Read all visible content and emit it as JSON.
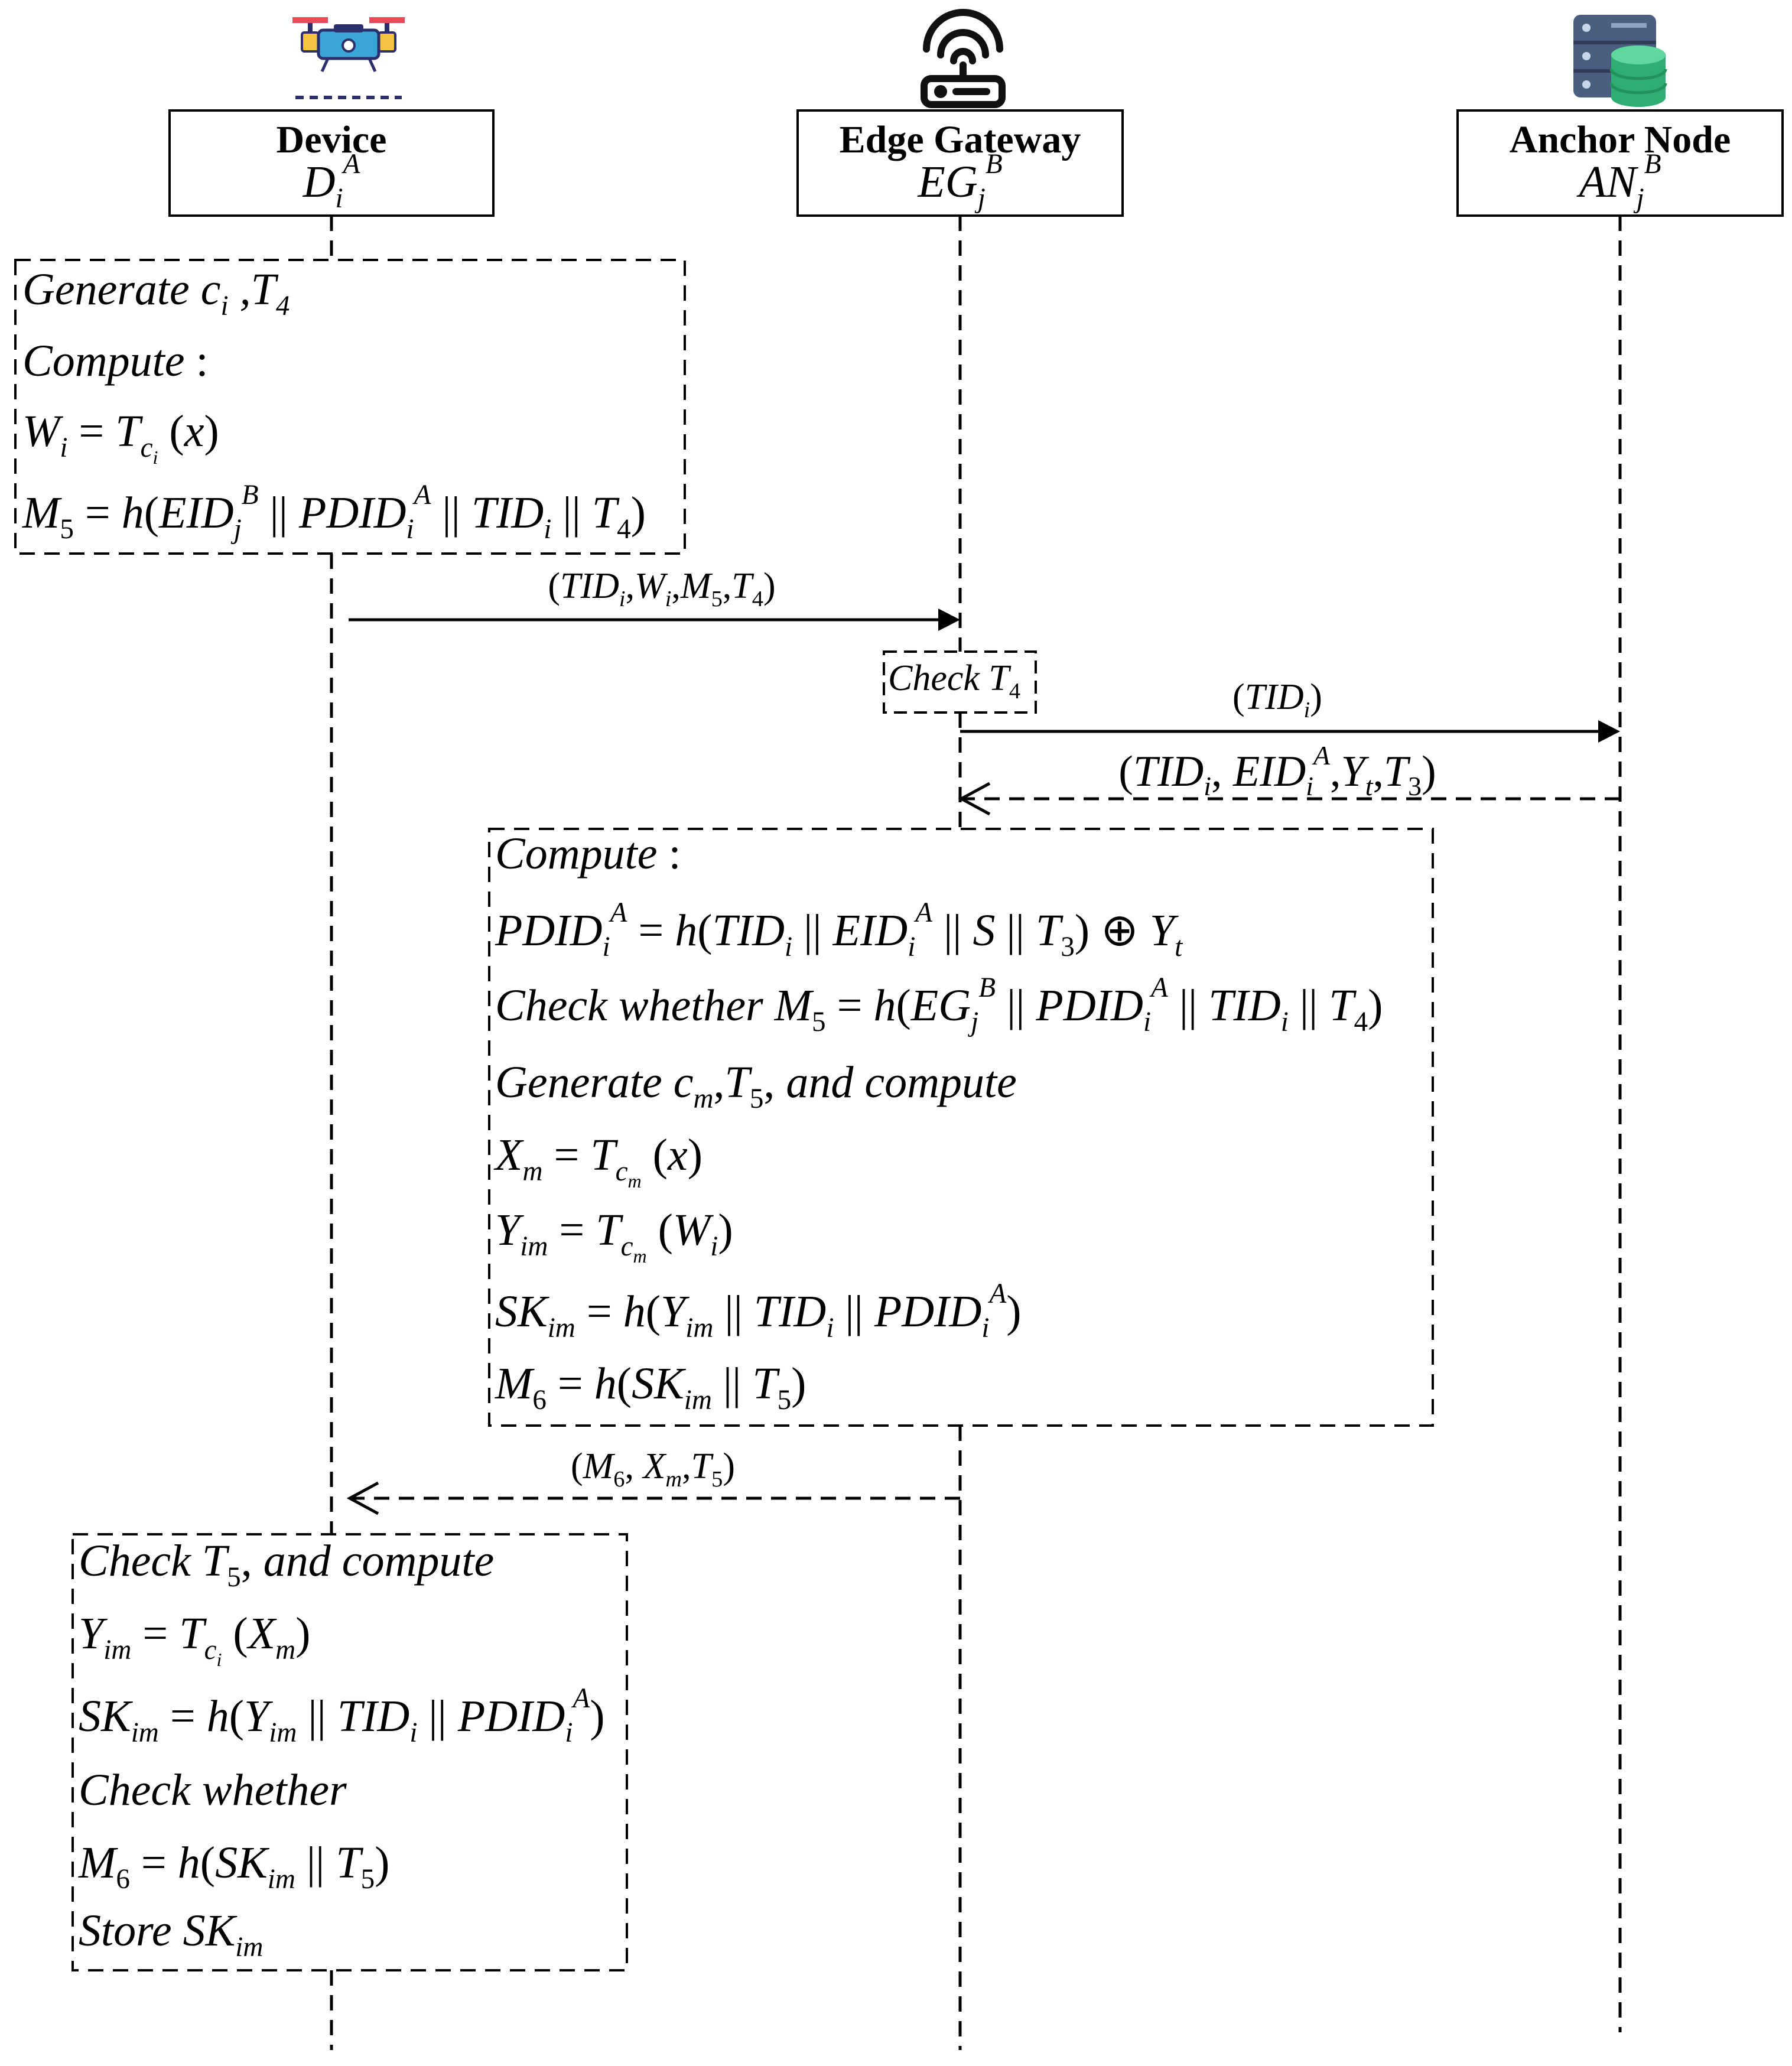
{
  "participants": [
    {
      "id": "device",
      "name": "Device",
      "symbol": "D_i^A",
      "icon": "drone-icon"
    },
    {
      "id": "gateway",
      "name": "Edge Gateway",
      "symbol": "EG_j^B",
      "icon": "router-icon"
    },
    {
      "id": "anchor",
      "name": "Anchor Node",
      "symbol": "AN_j^B",
      "icon": "server-database-icon"
    }
  ],
  "device_block_1": [
    "Generate c_i, T_4",
    "Compute:",
    "W_i = T_{c_i}(x)",
    "M_5 = h(EID_j^B || PDID_i^A || TID_i || T_4)"
  ],
  "message_1": "(TID_i, W_i, M_5, T_4)",
  "gateway_check": "Check T_4",
  "message_2": "(TID_i)",
  "message_3": "(TID_i, EID_i^A, Y_t, T_3)",
  "gateway_block": [
    "Compute:",
    "PDID_i^A = h(TID_i || EID_i^A || S || T_3) ⊕ Y_t",
    "Check whether M_5 = h(EG_j^B || PDID_i^A || TID_i || T_4)",
    "Generate c_m, T_5, and compute",
    "X_m = T_{c_m}(x)",
    "Y_im = T_{c_m}(W_i)",
    "SK_im = h(Y_im || TID_i || PDID_i^A)",
    "M_6 = h(SK_im || T_5)"
  ],
  "message_4": "(M_6, X_m, T_5)",
  "device_block_2": [
    "Check T_5, and compute",
    "Y_im = T_{c_i}(X_m)",
    "SK_im = h(Y_im || TID_i || PDID_i^A)",
    "Check whether",
    "M_6 = h(SK_im || T_5)",
    "Store SK_im"
  ]
}
